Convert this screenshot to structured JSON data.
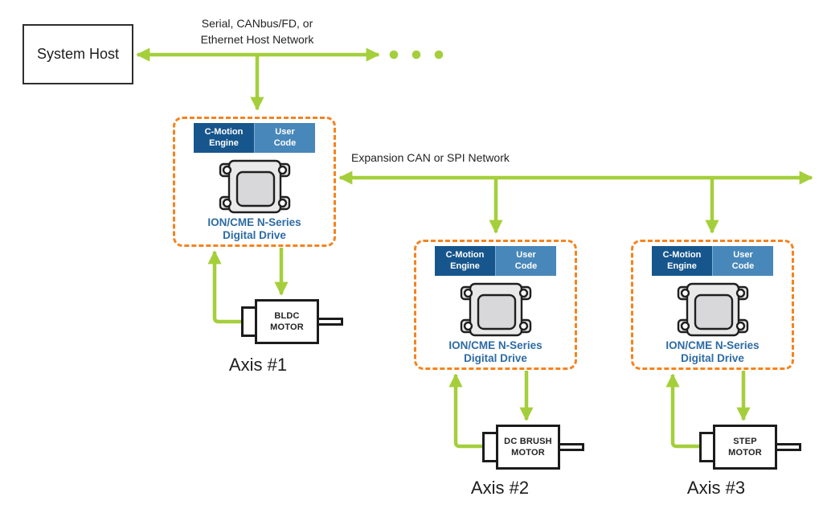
{
  "host_box": {
    "label": "System Host"
  },
  "host_network": {
    "line1": "Serial, CANbus/FD, or",
    "line2": "Ethernet Host Network"
  },
  "expansion_network": {
    "label": "Expansion CAN or SPI Network"
  },
  "drive_module": {
    "engine_line1": "C-Motion",
    "engine_line2": "Engine",
    "user_line1": "User",
    "user_line2": "Code",
    "name_line1": "ION/CME N-Series",
    "name_line2": "Digital Drive"
  },
  "axes": [
    {
      "motor_line1": "BLDC",
      "motor_line2": "MOTOR",
      "axis_label": "Axis #1"
    },
    {
      "motor_line1": "DC BRUSH",
      "motor_line2": "MOTOR",
      "axis_label": "Axis #2"
    },
    {
      "motor_line1": "STEP",
      "motor_line2": "MOTOR",
      "axis_label": "Axis #3"
    }
  ],
  "icons": {
    "chip_icon": "circuit-chip",
    "arrow_icon": "green-network-arrow",
    "dots_icon": "network-continuation-dots"
  },
  "colors": {
    "arrow_green": "#a4cf3b",
    "drive_border_orange": "#f5831f",
    "header_dark_blue": "#17568c",
    "header_light_blue": "#4887b9",
    "drive_text_blue": "#2d6ba3",
    "outline_black": "#1c1c1c"
  }
}
